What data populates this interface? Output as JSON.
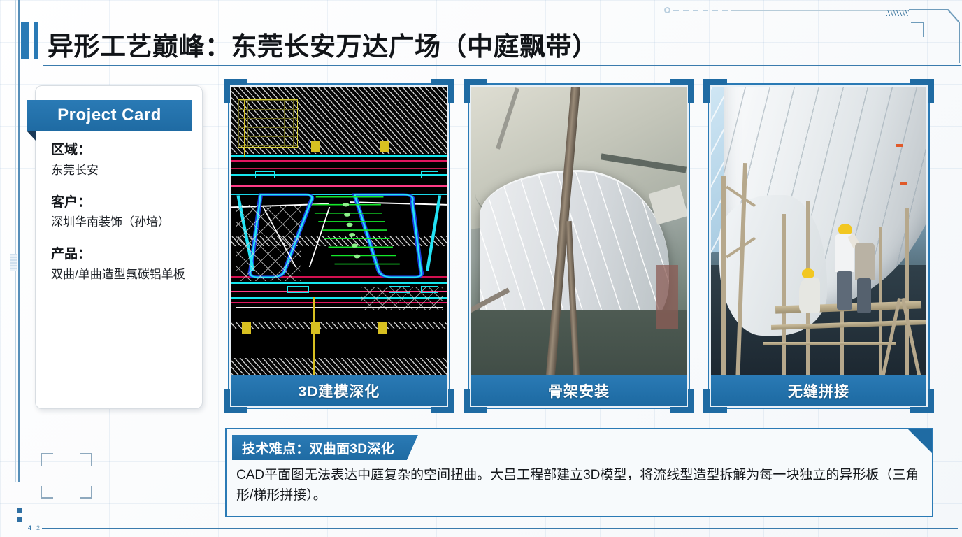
{
  "slide": {
    "title": "异形工艺巅峰：东莞长安万达广场（中庭飘带）",
    "accent_color": "#2a7ab5",
    "accent_dark": "#1f6ba3",
    "navy": "#1b3a58"
  },
  "project_card": {
    "header": "Project Card",
    "fields": [
      {
        "label": "区域：",
        "value": "东莞长安"
      },
      {
        "label": "客户：",
        "value": "深圳华南装饰（孙培）"
      },
      {
        "label": "产品：",
        "value": "双曲/单曲造型氟碳铝单板"
      }
    ]
  },
  "photos": [
    {
      "caption": "3D建模深化",
      "kind": "cad-drawing"
    },
    {
      "caption": "骨架安装",
      "kind": "site-photo-frame"
    },
    {
      "caption": "无缝拼接",
      "kind": "site-photo-splice"
    }
  ],
  "tech_note": {
    "label": "技术难点：双曲面3D深化",
    "body": "CAD平面图无法表达中庭复杂的空间扭曲。大吕工程部建立3D模型，将流线型造型拆解为每一块独立的异形板（三角形/梯形拼接）。"
  },
  "decor": {
    "bottom_mark_left": "4",
    "bottom_mark_right": "2"
  }
}
